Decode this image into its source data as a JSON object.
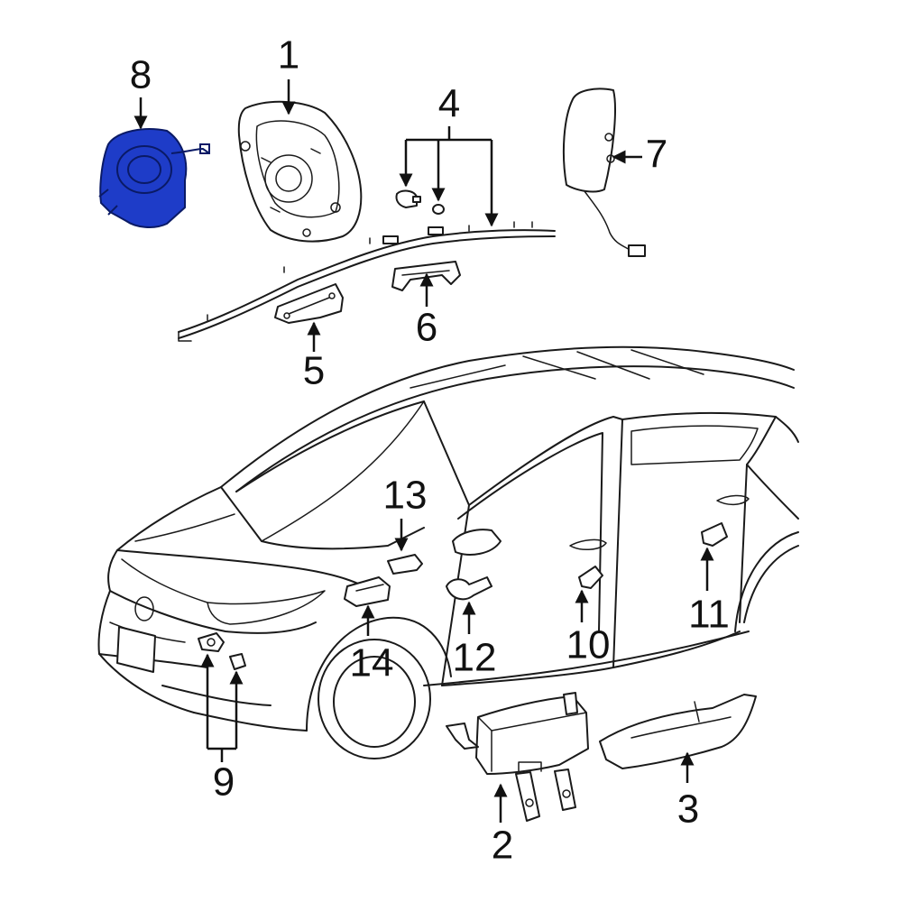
{
  "highlight_color": "#1e3cc8",
  "line_color": "#1a1a1a",
  "callouts": {
    "c1": "1",
    "c2": "2",
    "c3": "3",
    "c4": "4",
    "c5": "5",
    "c6": "6",
    "c7": "7",
    "c8": "8",
    "c9": "9",
    "c10": "10",
    "c11": "11",
    "c12": "12",
    "c13": "13",
    "c14": "14"
  },
  "highlighted_part": "8"
}
